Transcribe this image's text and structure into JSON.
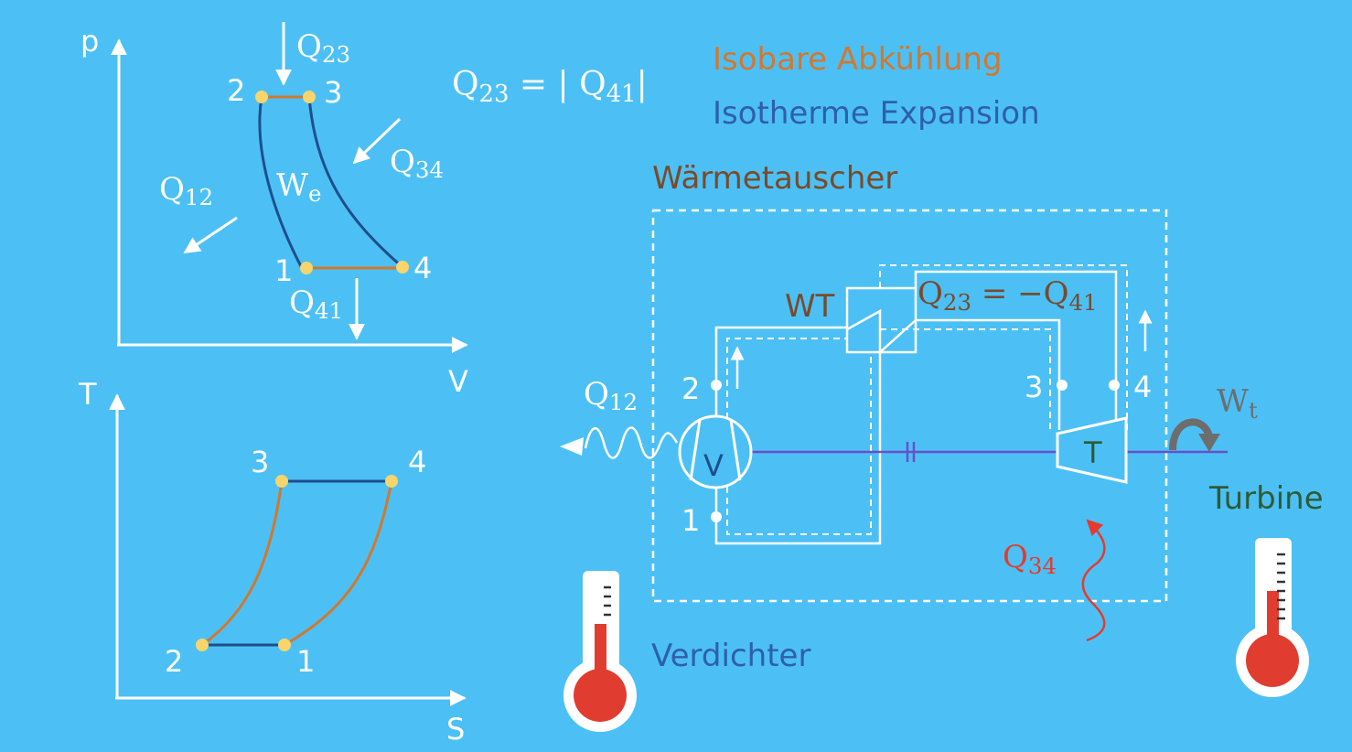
{
  "colors": {
    "background": "#4cc0f5",
    "line": "#ffffff",
    "orange": "#d2782f",
    "dark_blue": "#1f4e8c",
    "blue_text": "#2f5fa9",
    "brown": "#7a4a2a",
    "dark_green": "#2f5a35",
    "red": "#e53a2e",
    "point": "#f7d56a",
    "shaft": "#6a4fc9"
  },
  "pv": {
    "y_axis": "p",
    "x_axis": "V",
    "points": [
      "1",
      "2",
      "3",
      "4"
    ],
    "heat": {
      "q23": {
        "base": "Q",
        "sub": "23"
      },
      "q34": {
        "base": "Q",
        "sub": "34"
      },
      "q12": {
        "base": "Q",
        "sub": "12"
      },
      "q41": {
        "base": "Q",
        "sub": "41"
      }
    },
    "work": {
      "base": "W",
      "sub": "e"
    }
  },
  "ts": {
    "y_axis": "T",
    "x_axis": "S",
    "points": [
      "1",
      "2",
      "3",
      "4"
    ]
  },
  "equation_top": {
    "lhs_base": "Q",
    "lhs_sub": "23",
    "eq": " = | ",
    "rhs_base": "Q",
    "rhs_sub": "41",
    "close": "|"
  },
  "legend": {
    "isobar": "Isobare Abkühlung",
    "isotherm": "Isotherme Expansion"
  },
  "schematic": {
    "exchanger_title": "Wärmetauscher",
    "wt_label": "WT",
    "eq_lhs_base": "Q",
    "eq_lhs_sub": "23",
    "eq_mid": " = −",
    "eq_rhs_base": "Q",
    "eq_rhs_sub": "41",
    "compressor_symbol": "V",
    "turbine_symbol": "T",
    "q12": {
      "base": "Q",
      "sub": "12"
    },
    "q34": {
      "base": "Q",
      "sub": "34"
    },
    "wt_work": {
      "base": "W",
      "sub": "t"
    },
    "nodes": [
      "1",
      "2",
      "3",
      "4"
    ],
    "compressor_name": "Verdichter",
    "turbine_name": "Turbine"
  }
}
